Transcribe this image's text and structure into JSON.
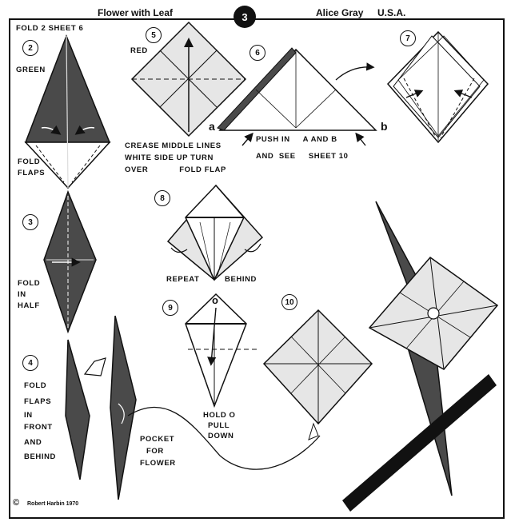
{
  "header": {
    "title": "Flower with Leaf",
    "badge": "3",
    "author": "Alice Gray",
    "country": "U.S.A."
  },
  "fold_label": "FOLD  2    SHEET  6",
  "step_numbers": [
    "2",
    "3",
    "4",
    "5",
    "6",
    "7",
    "8",
    "9",
    "10"
  ],
  "labels": {
    "green": "GREEN",
    "red": "RED",
    "fold_flaps_1": "FOLD",
    "fold_flaps_2": "FLAPS",
    "point_a": "a",
    "point_b": "b",
    "crease_1": "CREASE MIDDLE LINES",
    "crease_2": "WHITE  SIDE  UP  TURN",
    "crease_3": "OVER            FOLD FLAP",
    "push_1": "PUSH IN     A AND B",
    "push_2": "AND  SEE     SHEET 10",
    "fold_half_1": "FOLD",
    "fold_half_2": "IN",
    "fold_half_3": "HALF",
    "repeat": "REPEAT",
    "behind": "BEHIND",
    "o_mark": "o",
    "hold_1": "HOLD O",
    "hold_2": "PULL",
    "hold_3": "DOWN",
    "step4_1": "FOLD",
    "step4_2": "FLAPS",
    "step4_3": "IN",
    "step4_4": "FRONT",
    "step4_5": "AND",
    "step4_6": "BEHIND",
    "pocket_1": "POCKET",
    "pocket_2": "FOR",
    "pocket_3": "FLOWER",
    "copyright_symbol": "©",
    "credit": "Robert  Harbin  1970"
  },
  "colors": {
    "dark_paper": "#4a4a4a",
    "light_paper": "#e6e6e6",
    "ink": "#111111"
  }
}
